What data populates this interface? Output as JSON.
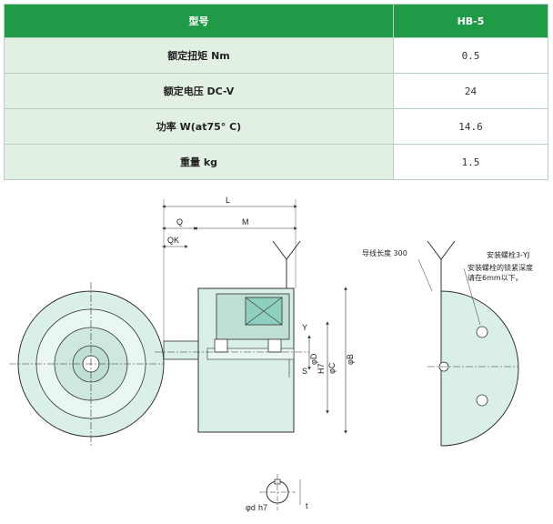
{
  "table": {
    "header": {
      "label": "型号",
      "value": "HB-5"
    },
    "rows": [
      {
        "label": "额定扭矩 Nm",
        "value": "0.5"
      },
      {
        "label": "额定电压 DC-V",
        "value": "24"
      },
      {
        "label": "功率 W(at75° C)",
        "value": "14.6"
      },
      {
        "label": "重量 kg",
        "value": "1.5"
      }
    ]
  },
  "drawing": {
    "dimensions": {
      "L": "L",
      "M": "M",
      "Q": "Q",
      "QK": "QK",
      "Y": "Y",
      "S": "S",
      "D": "φD",
      "D_tol": "H7",
      "C": "φC",
      "B": "φB",
      "d": "φd",
      "d_tol": "h7",
      "t": "t"
    },
    "notes": {
      "lead_length": "导线长度 300",
      "bolt": "安装螺栓3-YJ",
      "depth_1": "安装螺栓的锁紧深度",
      "depth_2": "请在6mm以下。"
    },
    "colors": {
      "body": "#d9efe8",
      "body_dark": "#bfded4",
      "line": "#333333",
      "coil": "#8fcfc0"
    }
  }
}
